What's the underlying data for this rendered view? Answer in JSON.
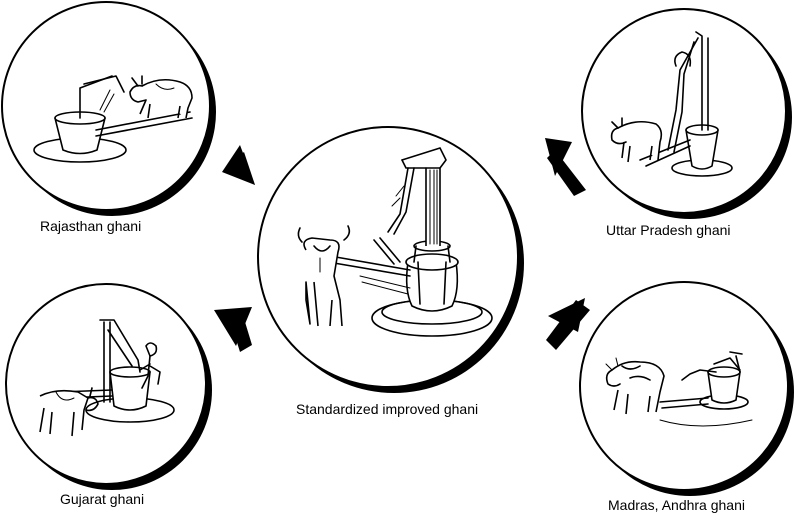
{
  "labels": {
    "rajasthan": "Rajasthan ghani",
    "uttar_pradesh": "Uttar Pradesh ghani",
    "standardized": "Standardized improved ghani",
    "gujarat": "Gujarat ghani",
    "madras_andhra": "Madras, Andhra ghani"
  },
  "colors": {
    "ink": "#000000",
    "background": "#ffffff"
  }
}
